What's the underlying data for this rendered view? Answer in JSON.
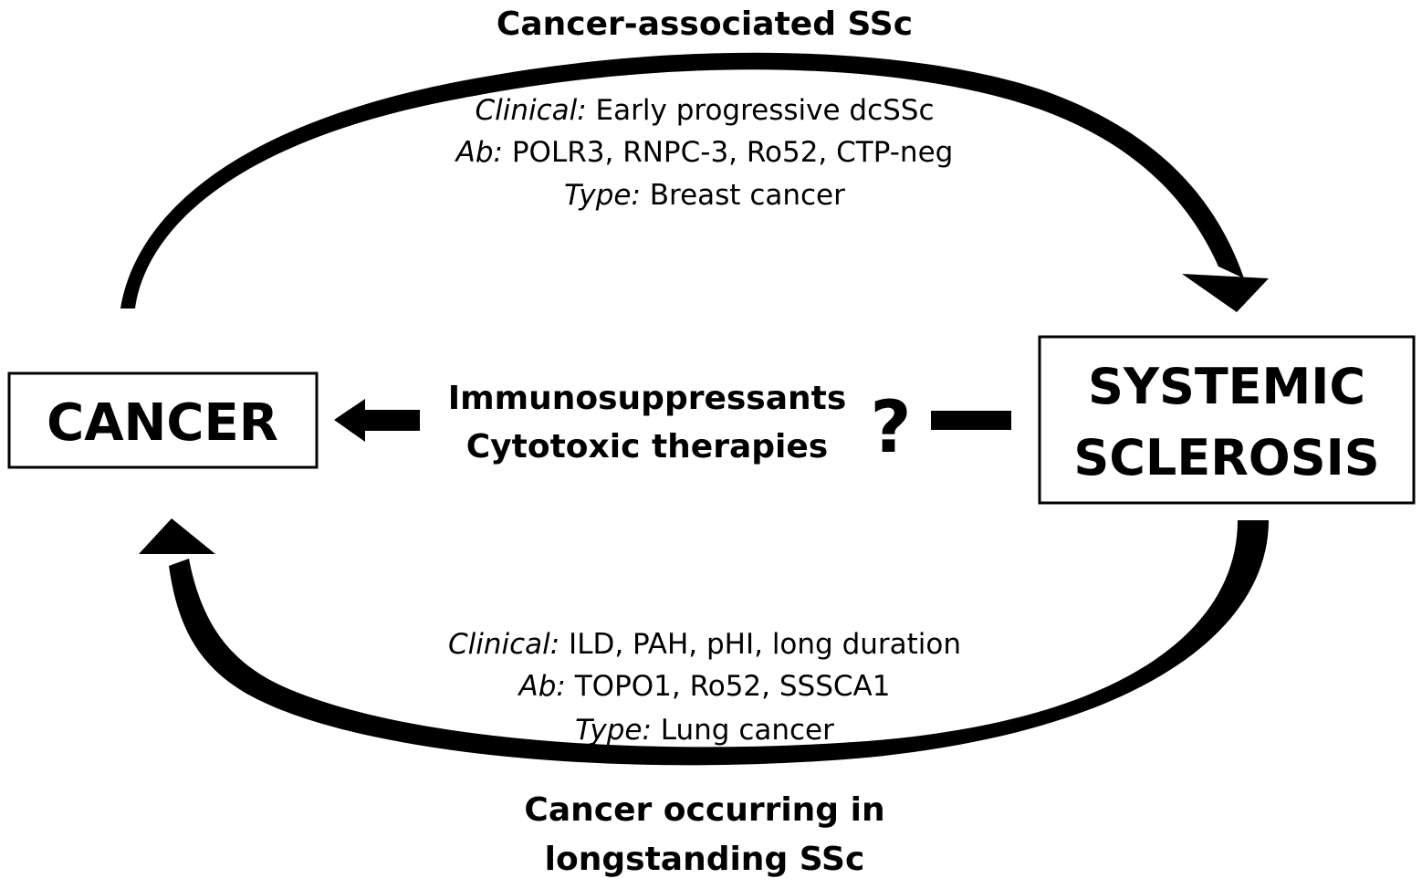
{
  "top": {
    "title": "Cancer-associated SSc",
    "lines": [
      {
        "key": "Clinical:",
        "value": " Early progressive dcSSc"
      },
      {
        "key": "Ab:",
        "value": " POLR3, RNPC-3, Ro52, CTP-neg"
      },
      {
        "key": "Type:",
        "value": " Breast cancer"
      }
    ]
  },
  "bottom": {
    "lines": [
      {
        "key": "Clinical:",
        "value": " ILD, PAH, pHI, long duration"
      },
      {
        "key": "Ab:",
        "value": " TOPO1, Ro52, SSSCA1"
      },
      {
        "key": "Type:",
        "value": " Lung cancer"
      }
    ],
    "title_lines": [
      "Cancer occurring in",
      "longstanding SSc"
    ]
  },
  "left_box": {
    "label": "CANCER"
  },
  "right_box": {
    "lines": [
      "SYSTEMIC",
      "SCLEROSIS"
    ]
  },
  "center": {
    "lines": [
      "Immunosuppressants",
      "Cytotoxic therapies"
    ],
    "question_mark": "?"
  },
  "colors": {
    "ink": "#000000",
    "background": "#ffffff"
  }
}
